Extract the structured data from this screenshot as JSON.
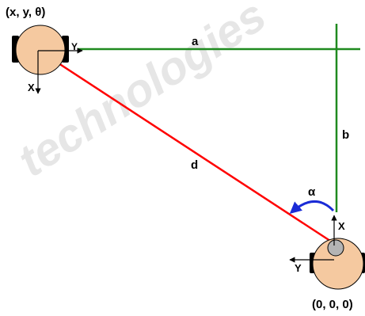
{
  "diagram": {
    "robot_top_pose": "(x, y, θ)",
    "robot_bottom_pose": "(0, 0, 0)",
    "segment_labels": {
      "a": "a",
      "b": "b",
      "d": "d",
      "angle": "α"
    },
    "axis_labels": {
      "top_x": "X",
      "top_y": "Y",
      "bottom_x": "X",
      "bottom_y": "Y"
    },
    "watermark_text": "technologies",
    "colors": {
      "robot_fill": "#f5c9a0",
      "robot_outline": "#000000",
      "wheel": "#000000",
      "green_lines": "#1f8a1f",
      "distance_line": "#ff0000",
      "angle_arc": "#1a2bd6",
      "sensor": "#b4b4b4",
      "watermark": "#e6e6e6"
    }
  }
}
